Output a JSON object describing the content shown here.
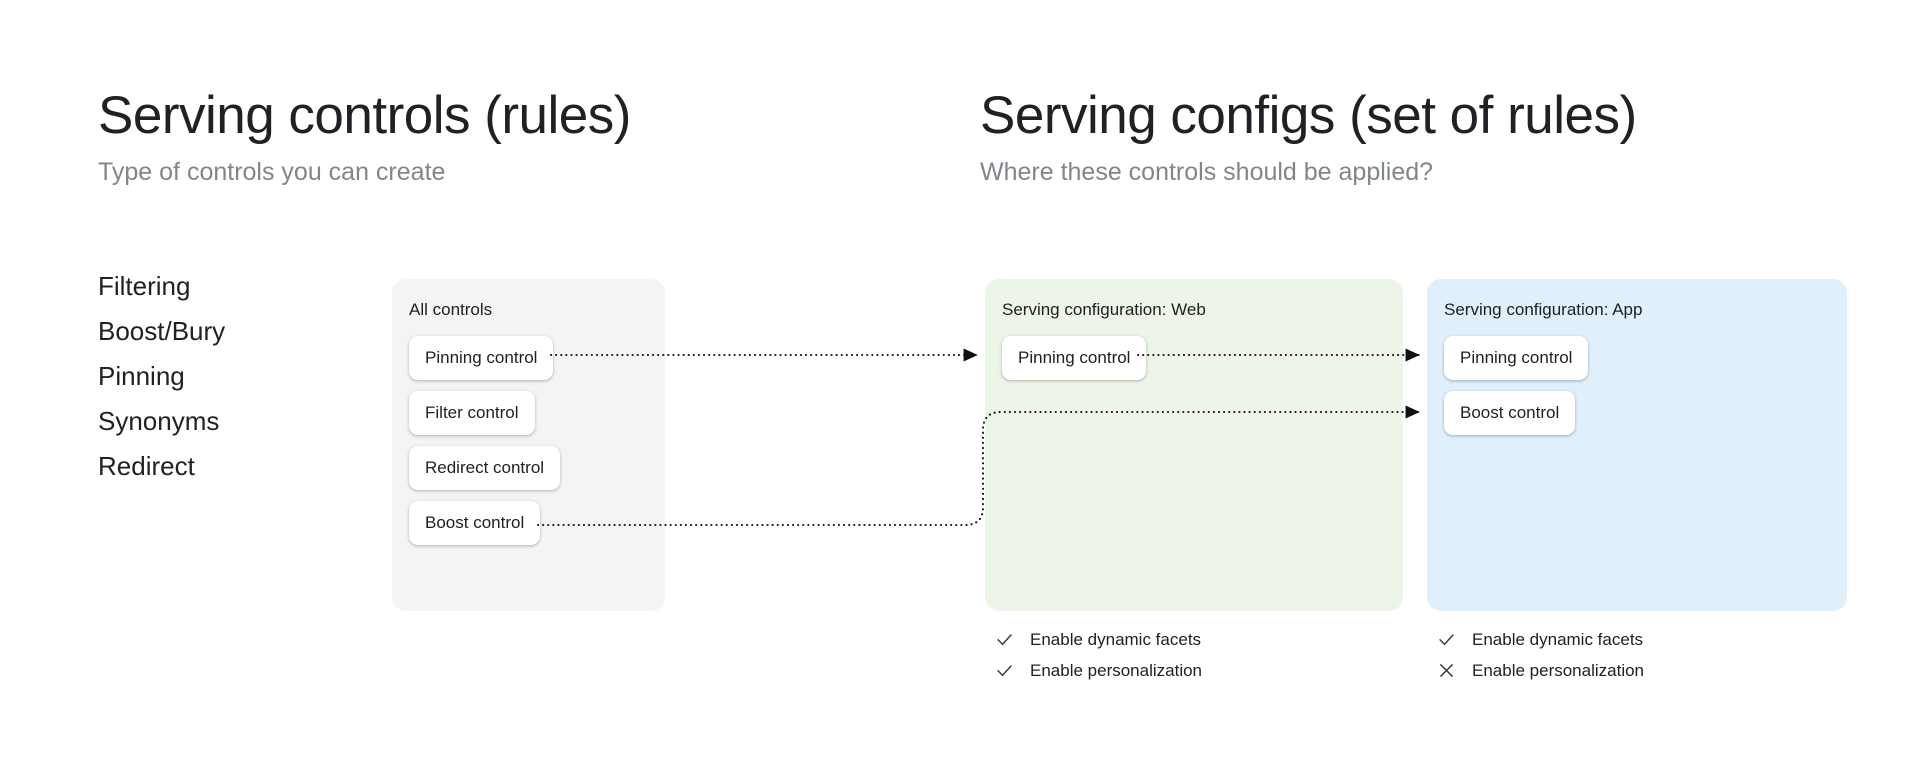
{
  "left": {
    "title": "Serving controls (rules)",
    "subtitle": "Type of controls you can create",
    "control_types": [
      "Filtering",
      "Boost/Bury",
      "Pinning",
      "Synonyms",
      "Redirect"
    ]
  },
  "right": {
    "title": "Serving configs (set of rules)",
    "subtitle": "Where these controls should be applied?"
  },
  "panels": {
    "all_controls": {
      "title": "All controls",
      "background": "#f4f4f4",
      "chips": [
        "Pinning control",
        "Filter control",
        "Redirect control",
        "Boost control"
      ]
    },
    "web": {
      "title": "Serving configuration: Web",
      "background": "#edf5e8",
      "chips": [
        "Pinning control"
      ],
      "settings": [
        {
          "icon": "check-icon",
          "label": "Enable dynamic facets"
        },
        {
          "icon": "check-icon",
          "label": "Enable personalization"
        }
      ]
    },
    "app": {
      "title": "Serving configuration: App",
      "background": "#e0effc",
      "chips": [
        "Pinning control",
        "Boost control"
      ],
      "settings": [
        {
          "icon": "check-icon",
          "label": "Enable dynamic facets"
        },
        {
          "icon": "cross-icon",
          "label": "Enable personalization"
        }
      ]
    }
  },
  "connectors": [
    {
      "from": "all-controls.pinning-control",
      "to": "web.pinning-control",
      "style": "dotted-arrow"
    },
    {
      "from": "web.pinning-control",
      "to": "app.pinning-control",
      "style": "dotted-arrow"
    },
    {
      "from": "all-controls.boost-control",
      "to": "app.boost-control",
      "style": "dotted-arrow-elbow"
    }
  ]
}
